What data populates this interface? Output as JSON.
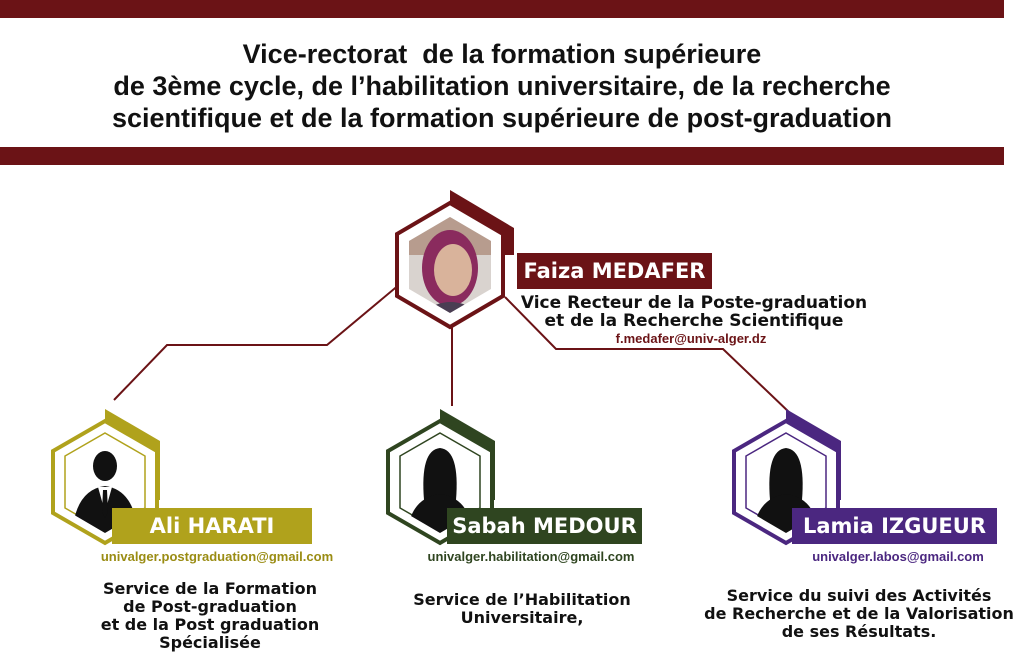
{
  "header": {
    "title_lines": [
      "Vice-rectorat  de la formation supérieure",
      "de 3ème cycle, de l’habilitation universitaire, de la recherche",
      "scientifique et de la formation supérieure de post-graduation"
    ]
  },
  "colors": {
    "maroon": "#6b1316",
    "olive": "#b0a21c",
    "dark_green": "#2f4520",
    "purple": "#4b2780"
  },
  "head": {
    "name": "Faiza MEDAFER",
    "role_lines": [
      "Vice Recteur de la Poste-graduation",
      "et de la Recherche Scientifique"
    ],
    "email": "f.medafer@univ-alger.dz"
  },
  "services": [
    {
      "name": "Ali HARATI",
      "email": "univalger.postgraduation@gmail.com",
      "role_lines": [
        "Service de la Formation",
        "de Post-graduation",
        "et de la Post graduation",
        "Spécialisée"
      ],
      "icon": "male-silhouette-icon"
    },
    {
      "name": "Sabah MEDOUR",
      "email": "univalger.habilitation@gmail.com",
      "role_lines": [
        "Service de l’Habilitation",
        "Universitaire,"
      ],
      "icon": "female-silhouette-icon"
    },
    {
      "name": "Lamia IZGUEUR",
      "email": "univalger.labos@gmail.com",
      "role_lines": [
        "Service du suivi des Activités",
        "de Recherche et de la Valorisation",
        "de ses Résultats."
      ],
      "icon": "female-silhouette-icon"
    }
  ]
}
